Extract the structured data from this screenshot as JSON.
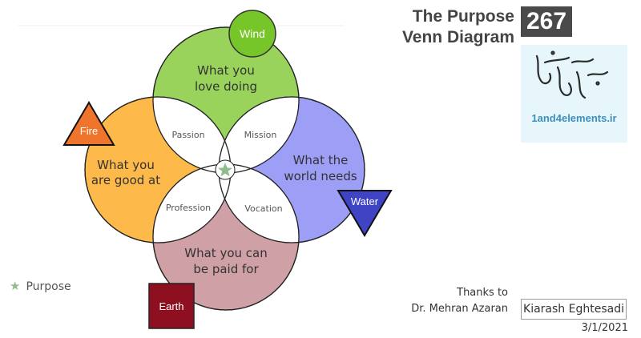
{
  "title": {
    "line1": "The Purpose",
    "line2": "Venn Diagram",
    "number": "267"
  },
  "circles": {
    "love": {
      "line1": "What you",
      "line2": "love doing",
      "color": "#99d35c"
    },
    "good": {
      "line1": "What you",
      "line2": "are good at",
      "color": "#fdb94a"
    },
    "needs": {
      "line1": "What the",
      "line2": "world needs",
      "color": "#9d9ff6"
    },
    "paid": {
      "line1": "What you can",
      "line2": "be paid for",
      "color": "#cfa0a6"
    }
  },
  "intersections": {
    "passion": "Passion",
    "mission": "Mission",
    "profession": "Profession",
    "vocation": "Vocation"
  },
  "elements": {
    "wind": {
      "label": "Wind",
      "color": "#76c62a"
    },
    "fire": {
      "label": "Fire",
      "color": "#f0752c"
    },
    "water": {
      "label": "Water",
      "color": "#3f44c5"
    },
    "earth": {
      "label": "Earth",
      "color": "#8e1020"
    }
  },
  "legend": {
    "label": "Purpose",
    "star_color": "#8fbc8f"
  },
  "logo": {
    "url_text": "1and4elements.ir"
  },
  "credits": {
    "thanks_label": "Thanks to",
    "thanks_name": "Dr. Mehran Azaran",
    "author": "Kiarash Eghtesadi",
    "date": "3/1/2021"
  }
}
